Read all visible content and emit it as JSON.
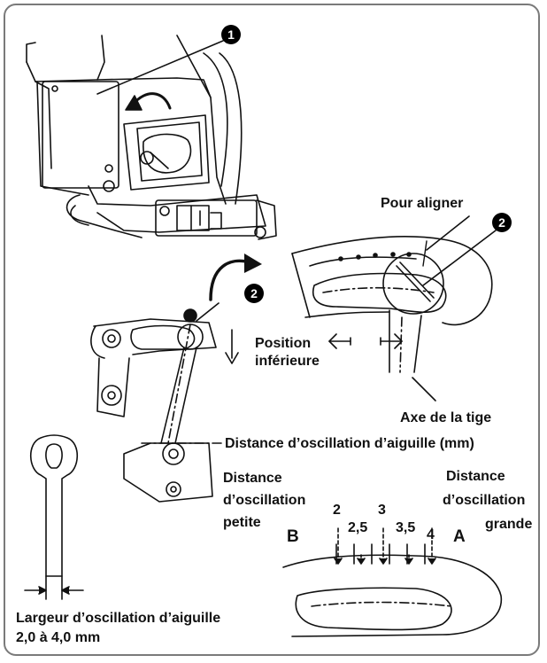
{
  "callouts": {
    "one": "1",
    "two": "2"
  },
  "labels": {
    "pour_aligner": "Pour aligner",
    "position_line1": "Position",
    "position_line2": "inférieure",
    "axe": "Axe de la tige",
    "distance_title": "Distance d’oscillation d’aiguille (mm)",
    "small_line1": "Distance",
    "small_line2": "d’oscillation",
    "small_line3": "petite",
    "large_line1": "Distance",
    "large_line2": "d’oscillation",
    "large_line3": "grande",
    "side_b": "B",
    "side_a": "A",
    "largeur_line1": "Largeur d’oscillation d’aiguille",
    "largeur_line2": "2,0 à 4,0 mm"
  },
  "scale": {
    "upper": [
      "2",
      "3",
      "4"
    ],
    "lower": [
      "2,5",
      "3,5"
    ]
  },
  "colors": {
    "line": "#111111",
    "frame": "#7a7a7a",
    "shade": "#d9d9d9"
  }
}
